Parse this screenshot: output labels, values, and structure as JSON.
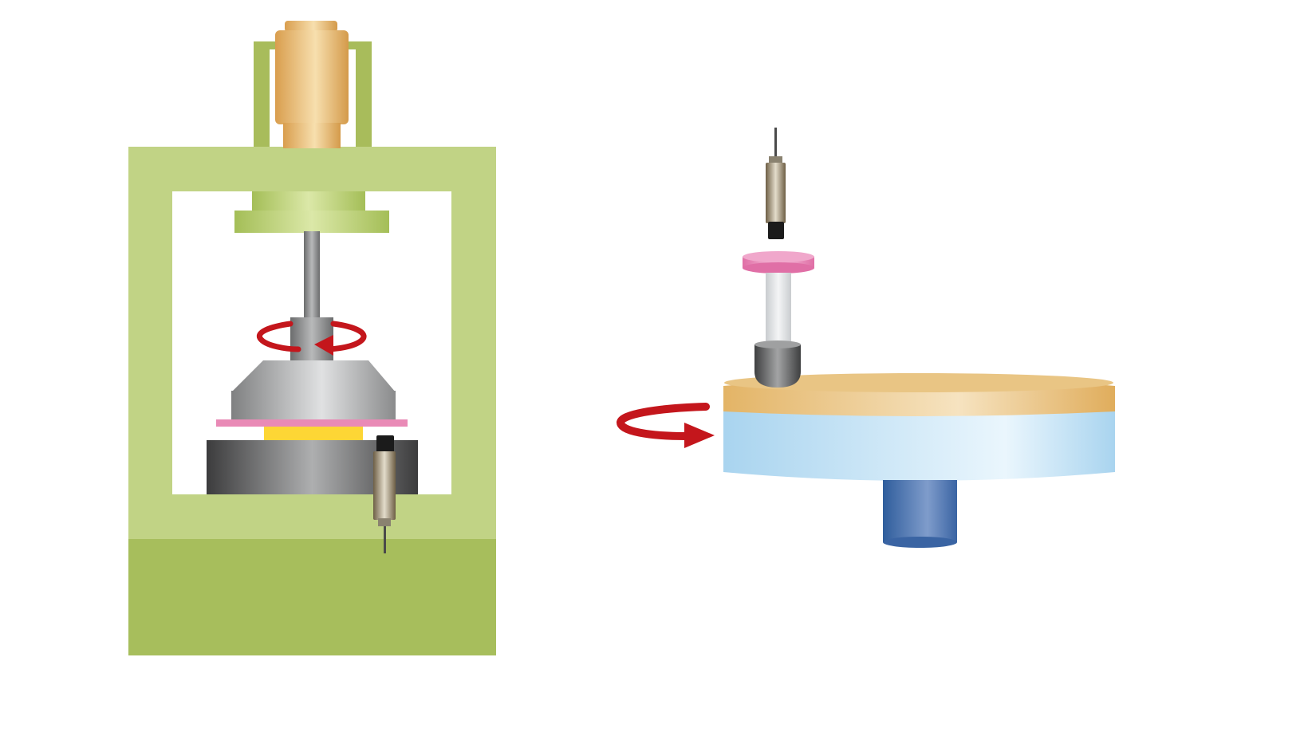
{
  "figure": {
    "components": {
      "press_frame": "press-frame",
      "motor": "motor",
      "spindle": "spindle",
      "rotation_arrow": "rotation-arrow",
      "proximity_sensor": "proximity-sensor",
      "turntable": "turntable",
      "sample": "sample",
      "support_shaft": "support-shaft"
    },
    "colors": {
      "frame_light": "#c1d385",
      "frame_dark": "#a8bc5b",
      "frame_plate": "#a7c36a",
      "motor_gold": "#e3b66f",
      "steel_gray": "#9a9b9c",
      "pink_pad": "#e98ab6",
      "yellow_pad": "#fdd635",
      "arrow_red": "#c4161c",
      "disc_top": "#e3b466",
      "disc_side": "#aed8f0",
      "shaft_blue": "#3d69a8",
      "sensor_body": "#9c8b6a",
      "sensor_cap": "#1b1b1b"
    }
  }
}
